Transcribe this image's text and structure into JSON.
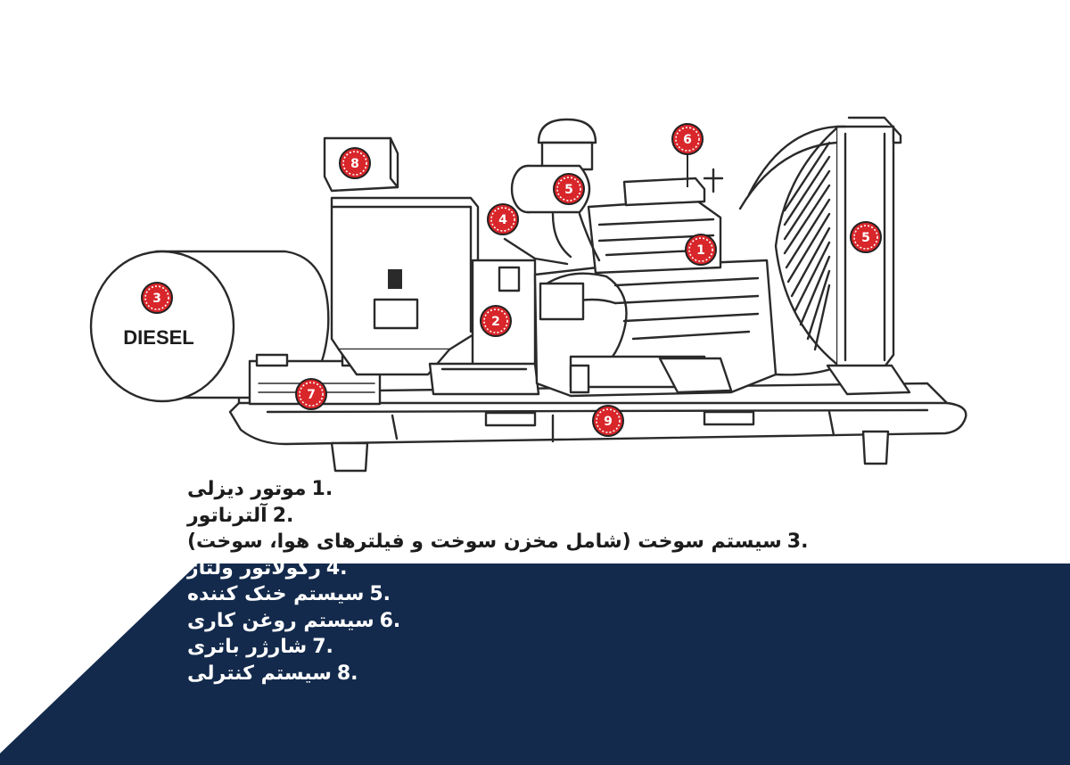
{
  "colors": {
    "navy": "#132a4c",
    "marker_red": "#d8262a",
    "line": "#2a2a2a",
    "background": "#ffffff"
  },
  "diagram": {
    "tank_label": "DIESEL",
    "markers": [
      "1",
      "2",
      "3",
      "4",
      "5",
      "5",
      "6",
      "7",
      "8",
      "9"
    ]
  },
  "legend": {
    "items": [
      {
        "num": "1.",
        "label": "موتور دیزلی"
      },
      {
        "num": "2.",
        "label": "آلترناتور"
      },
      {
        "num": "3.",
        "label": "سیستم سوخت (شامل مخزن سوخت و فیلترهای هوا، سوخت)"
      },
      {
        "num": "4.",
        "label": "رگولاتور ولتاژ"
      },
      {
        "num": "5.",
        "label": "سیستم خنک کننده"
      },
      {
        "num": "6.",
        "label": "سیستم روغن کاری"
      },
      {
        "num": "7.",
        "label": "شارژر باتری"
      },
      {
        "num": "8.",
        "label": "سیستم کنترلی"
      }
    ]
  }
}
